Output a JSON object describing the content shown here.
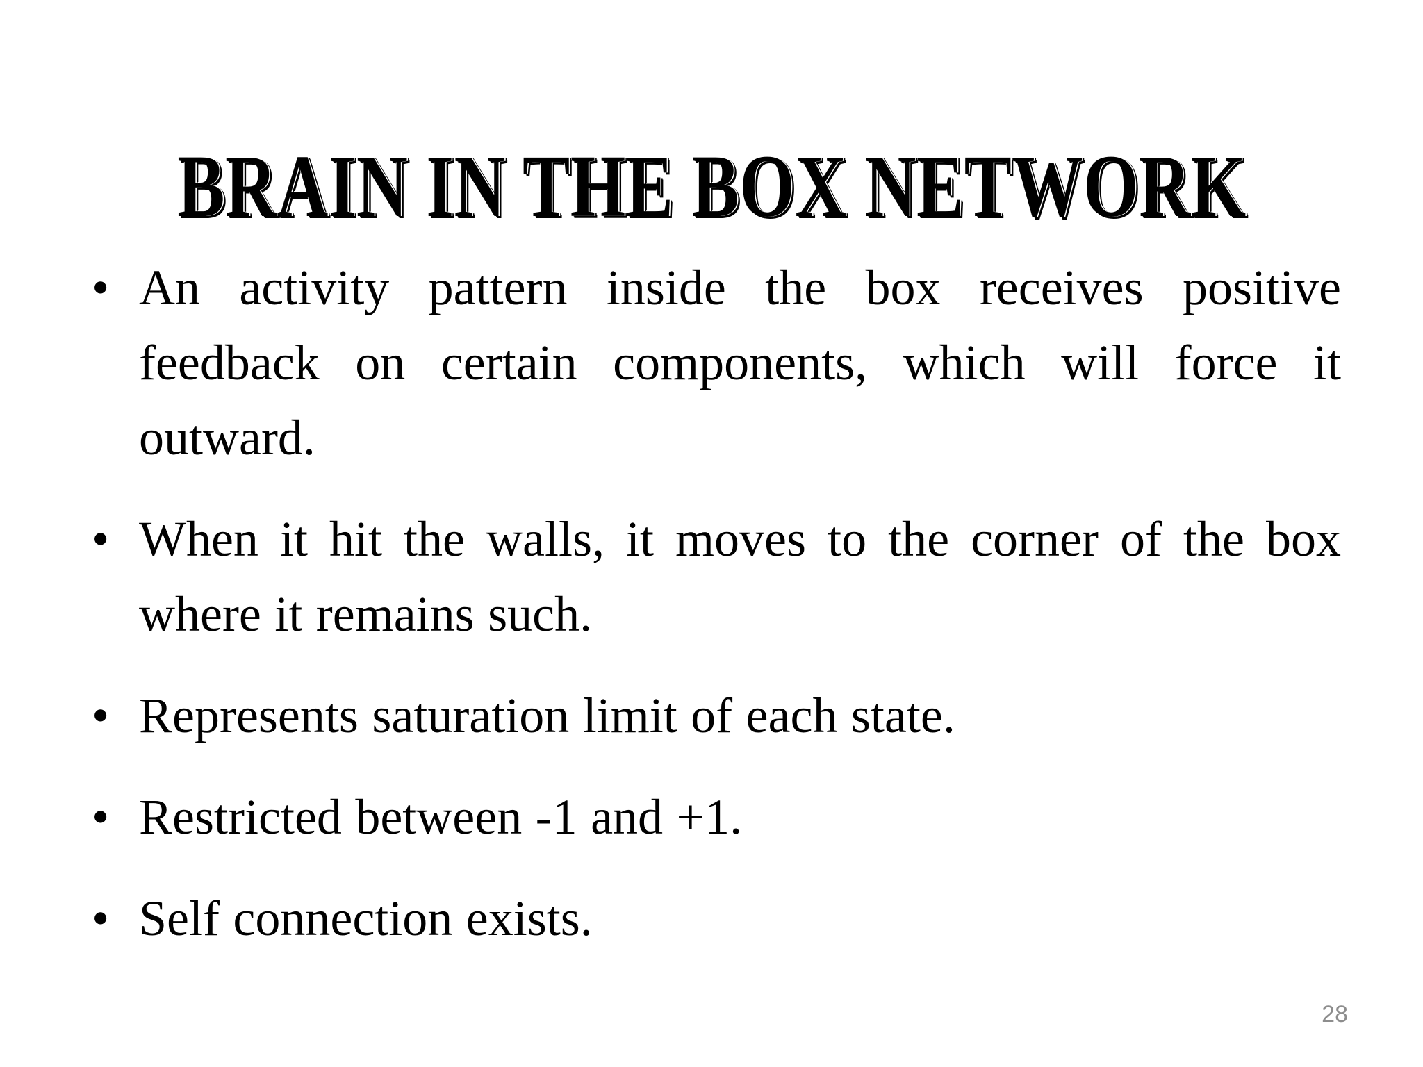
{
  "slide": {
    "title": "BRAIN IN THE BOX NETWORK",
    "page_number": "28",
    "background_color": "#ffffff",
    "text_color": "#000000",
    "page_number_color": "#8d8d8d",
    "bullet_glyph": "•",
    "bullets": [
      {
        "text": "An activity pattern inside the box receives positive feedback on certain components, which will force it outward.",
        "align": "justify"
      },
      {
        "text": "When it hit the walls, it moves to the corner of the box where it remains such.",
        "align": "justify"
      },
      {
        "text": "Represents saturation limit of each state.",
        "align": "left"
      },
      {
        "text": "Restricted between -1 and +1.",
        "align": "left"
      },
      {
        "text": "Self connection exists.",
        "align": "left"
      }
    ]
  }
}
